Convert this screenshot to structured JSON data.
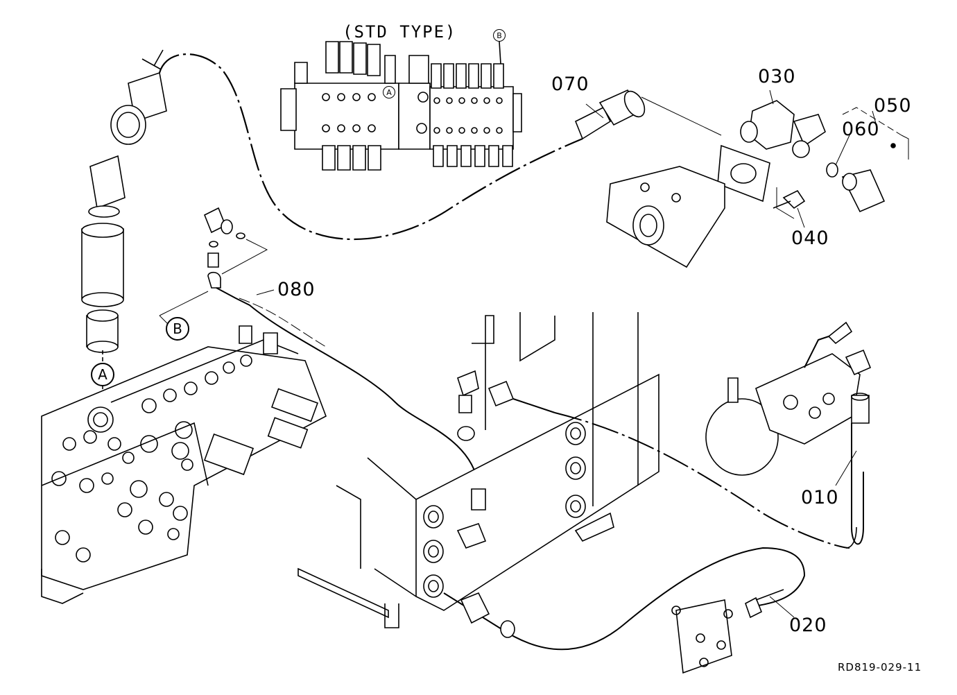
{
  "title": "(STD TYPE)",
  "reference": "RD819-029-11",
  "markers": {
    "a": "A",
    "b": "B"
  },
  "parts": [
    {
      "id": "p010",
      "label": "010"
    },
    {
      "id": "p020",
      "label": "020"
    },
    {
      "id": "p030",
      "label": "030"
    },
    {
      "id": "p040",
      "label": "040"
    },
    {
      "id": "p050",
      "label": "050"
    },
    {
      "id": "p060",
      "label": "060"
    },
    {
      "id": "p070",
      "label": "070"
    },
    {
      "id": "p080",
      "label": "080"
    }
  ]
}
